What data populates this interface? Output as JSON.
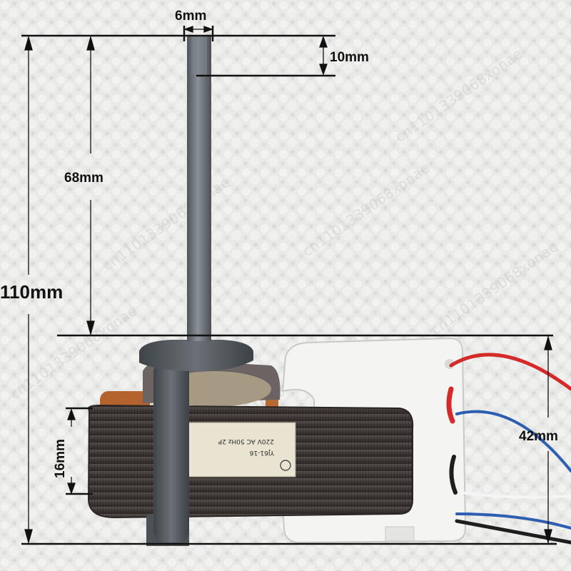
{
  "dimensions": {
    "shaft_width": "6mm",
    "flat_length": "10mm",
    "shaft_length": "68mm",
    "total_height": "110mm",
    "core_height": "16mm",
    "bracket_height": "42mm"
  },
  "motor_label": {
    "brand_line": "",
    "model": "YJ61-16",
    "spec_line": "220V AC 50Hz 2P"
  },
  "watermark": "cn1101339068xonae",
  "colors": {
    "background": "#e9e9e8",
    "dimension_lines": "#111111",
    "motor_core": "#4a4442",
    "shaft": "#6d737a",
    "bracket": "#f4f4f2",
    "copper_coil": "#b4622e",
    "wire_red": "#d42a2a",
    "wire_blue": "#2d5fb0",
    "wire_black": "#1e1e1e"
  }
}
